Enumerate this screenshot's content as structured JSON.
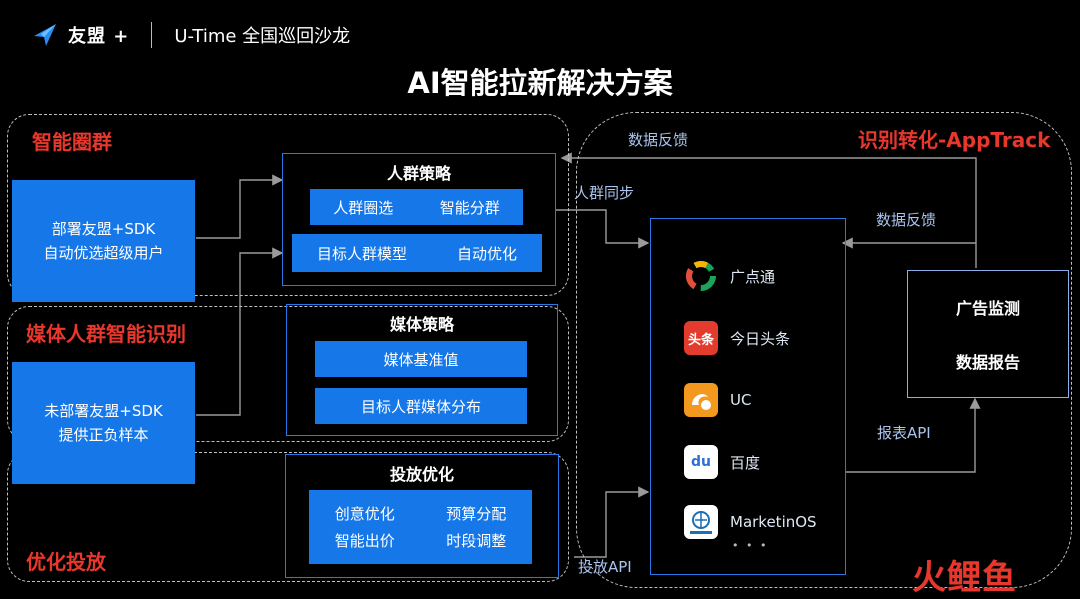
{
  "header": {
    "brand": "友盟 +",
    "subtitle": "U-Time 全国巡回沙龙",
    "title": "AI智能拉新解决方案"
  },
  "sections": {
    "smart_circle": "智能圈群",
    "media_identify": "媒体人群智能识别",
    "optimize_delivery": "优化投放",
    "conversion": "识别转化-AppTrack"
  },
  "left_boxes": {
    "deployed_line1": "部署友盟+SDK",
    "deployed_line2": "自动优选超级用户",
    "undeployed_line1": "未部署友盟+SDK",
    "undeployed_line2": "提供正负样本"
  },
  "crowd_strategy": {
    "title": "人群策略",
    "row1": [
      "人群圈选",
      "智能分群"
    ],
    "row2": [
      "目标人群模型",
      "自动优化"
    ]
  },
  "media_strategy": {
    "title": "媒体策略",
    "item1": "媒体基准值",
    "item2": "目标人群媒体分布"
  },
  "delivery_opt": {
    "title": "投放优化",
    "row1": [
      "创意优化",
      "预算分配"
    ],
    "row2": [
      "智能出价",
      "时段调整"
    ]
  },
  "flow_labels": {
    "data_feedback_top": "数据反馈",
    "crowd_sync": "人群同步",
    "data_feedback_mid": "数据反馈",
    "report_api": "报表API",
    "delivery_api": "投放API"
  },
  "media": [
    {
      "name": "广点通",
      "icon": "guangdiantong-icon"
    },
    {
      "name": "今日头条",
      "icon": "toutiao-icon",
      "icon_text": "头条"
    },
    {
      "name": "UC",
      "icon": "uc-icon"
    },
    {
      "name": "百度",
      "icon": "baidu-icon",
      "icon_text": "du"
    },
    {
      "name": "MarketinOS",
      "icon": "marketinos-icon"
    }
  ],
  "media_more": "• • •",
  "report_box": {
    "line1": "广告监测",
    "line2": "数据报告"
  },
  "watermark": "火鲤鱼",
  "colors": {
    "accent_blue": "#1677e8",
    "alert_red": "#e8372c",
    "panel_border": "#2a78e3",
    "background": "#000000"
  }
}
